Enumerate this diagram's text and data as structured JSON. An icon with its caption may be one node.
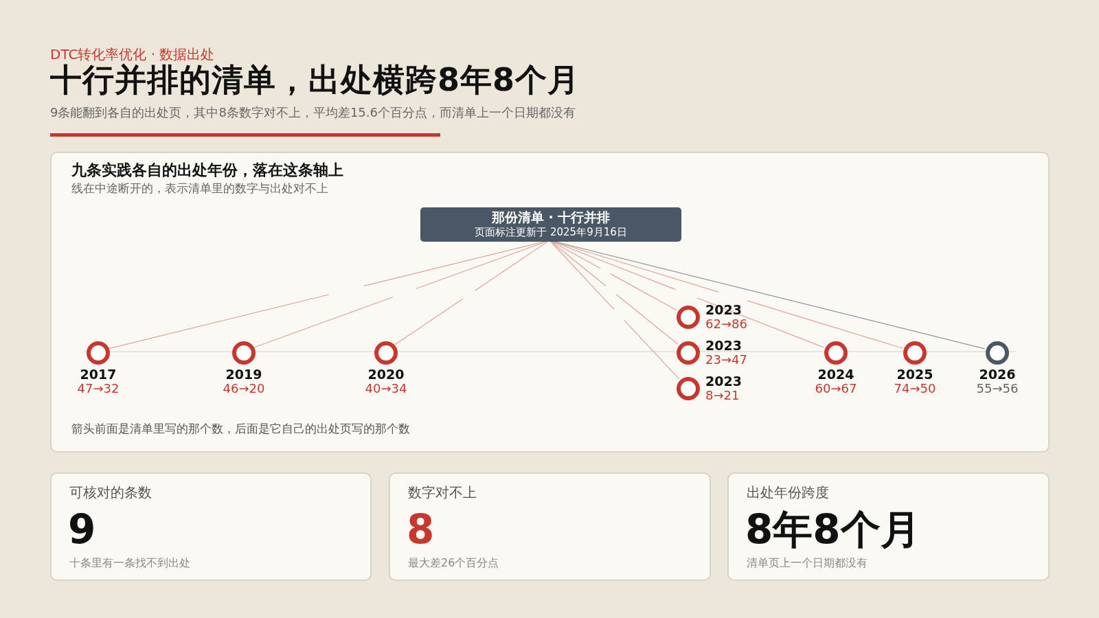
{
  "diagram": {
    "title": "十行并排的清单，出处横跨8年8个月",
    "nodes": [
      {
        "text": [
          "九条实践各自的出处年份，落在这条轴上",
          "线在中途断开的，表示清单里的数字与出处对不上"
        ]
      },
      {
        "text": [
          "那份清单 · 十行并排",
          "页面标注更新于 2025年9月16日"
        ],
        "in": 0
      },
      {
        "text": [],
        "shape": "circle",
        "in": 0,
        "beside": [
          "2017",
          "47→32"
        ]
      },
      {
        "text": [],
        "shape": "circle",
        "in": 0,
        "beside": [
          "2019",
          "46→20"
        ]
      },
      {
        "text": [],
        "shape": "circle",
        "in": 0,
        "beside": [
          "2020",
          "40→34"
        ]
      },
      {
        "text": [],
        "shape": "circle",
        "in": 0,
        "beside": [
          "2023",
          "62→86"
        ]
      },
      {
        "text": [],
        "shape": "circle",
        "in": 0,
        "beside": [
          "2023",
          "23→47"
        ]
      },
      {
        "text": [],
        "shape": "circle",
        "in": 0,
        "beside": [
          "2023",
          "8→21"
        ]
      },
      {
        "text": [],
        "shape": "circle",
        "in": 0,
        "beside": [
          "2024",
          "60→67"
        ]
      },
      {
        "text": [],
        "shape": "circle",
        "in": 0,
        "beside": [
          "2025",
          "74→50"
        ]
      },
      {
        "text": [],
        "shape": "circle",
        "in": 0,
        "beside": [
          "2026",
          "55→56"
        ]
      },
      {
        "text": [
          "可核对的条数",
          "9",
          "十条里有一条找不到出处"
        ]
      },
      {
        "text": [
          "数字对不上",
          "8",
          "最大差26个百分点"
        ]
      },
      {
        "text": [
          "出处年份跨度",
          "8年8个月",
          "清单页上一个日期都没有"
        ]
      }
    ],
    "edges": [
      {
        "from": 1,
        "to": 2,
        "arrow": "none",
        "style": "dashed"
      },
      {
        "from": 1,
        "to": 3,
        "arrow": "none",
        "style": "dashed"
      },
      {
        "from": 1,
        "to": 4,
        "arrow": "none",
        "style": "dashed"
      },
      {
        "from": 1,
        "to": 5,
        "arrow": "none",
        "style": "dashed"
      },
      {
        "from": 1,
        "to": 6,
        "arrow": "none",
        "style": "dashed"
      },
      {
        "from": 1,
        "to": 7,
        "arrow": "none",
        "style": "dashed"
      },
      {
        "from": 1,
        "to": 8,
        "arrow": "none",
        "style": "dashed"
      },
      {
        "from": 1,
        "to": 9,
        "arrow": "none",
        "style": "dashed"
      },
      {
        "from": 1,
        "to": 10,
        "arrow": "none",
        "color": "#8f9499"
      }
    ],
    "labels": [
      "DTC转化率优化 · 数据出处",
      "9条能翻到各自的出处页，其中8条数字对不上，平均差15.6个百分点，而清单上一个日期都没有",
      "箭头前面是清单里写的那个数，后面是它自己的出处页写的那个数"
    ]
  }
}
